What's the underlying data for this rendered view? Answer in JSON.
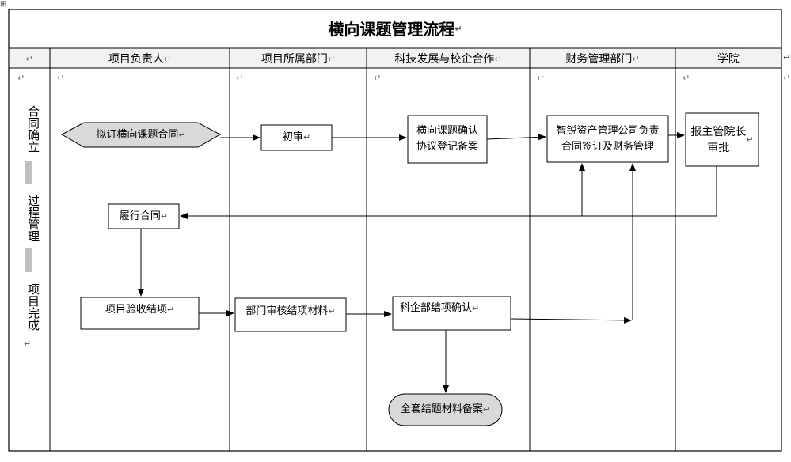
{
  "title": "横向课题管理流程",
  "lanes": [
    {
      "id": "fzr",
      "label": "项目负责人"
    },
    {
      "id": "szbm",
      "label": "项目所属部门"
    },
    {
      "id": "kjfz",
      "label": "科技发展与校企合作"
    },
    {
      "id": "cwgl",
      "label": "财务管理部门"
    },
    {
      "id": "xy",
      "label": "学院"
    }
  ],
  "stages": [
    {
      "label": "合同确立"
    },
    {
      "label": "过程管理"
    },
    {
      "label": "项目完成"
    }
  ],
  "nodes": {
    "draft": "拟订横向课题合同",
    "first_review": "初审",
    "confirm": "横向课题确认\n协议登记备案",
    "sign": "智锐资产管理公司负责\n合同签订及财务管理",
    "approve": "报主管院长\n审批",
    "perform": "履行合同",
    "accept": "项目验收结项",
    "dept_review": "部门审核结项材料",
    "office_confirm": "科企部结项确认",
    "archive": "全套结题材料备案"
  },
  "colors": {
    "border": "#000000",
    "node_fill": "#d9d9d9",
    "stage_bar": "#bfbfbf"
  }
}
